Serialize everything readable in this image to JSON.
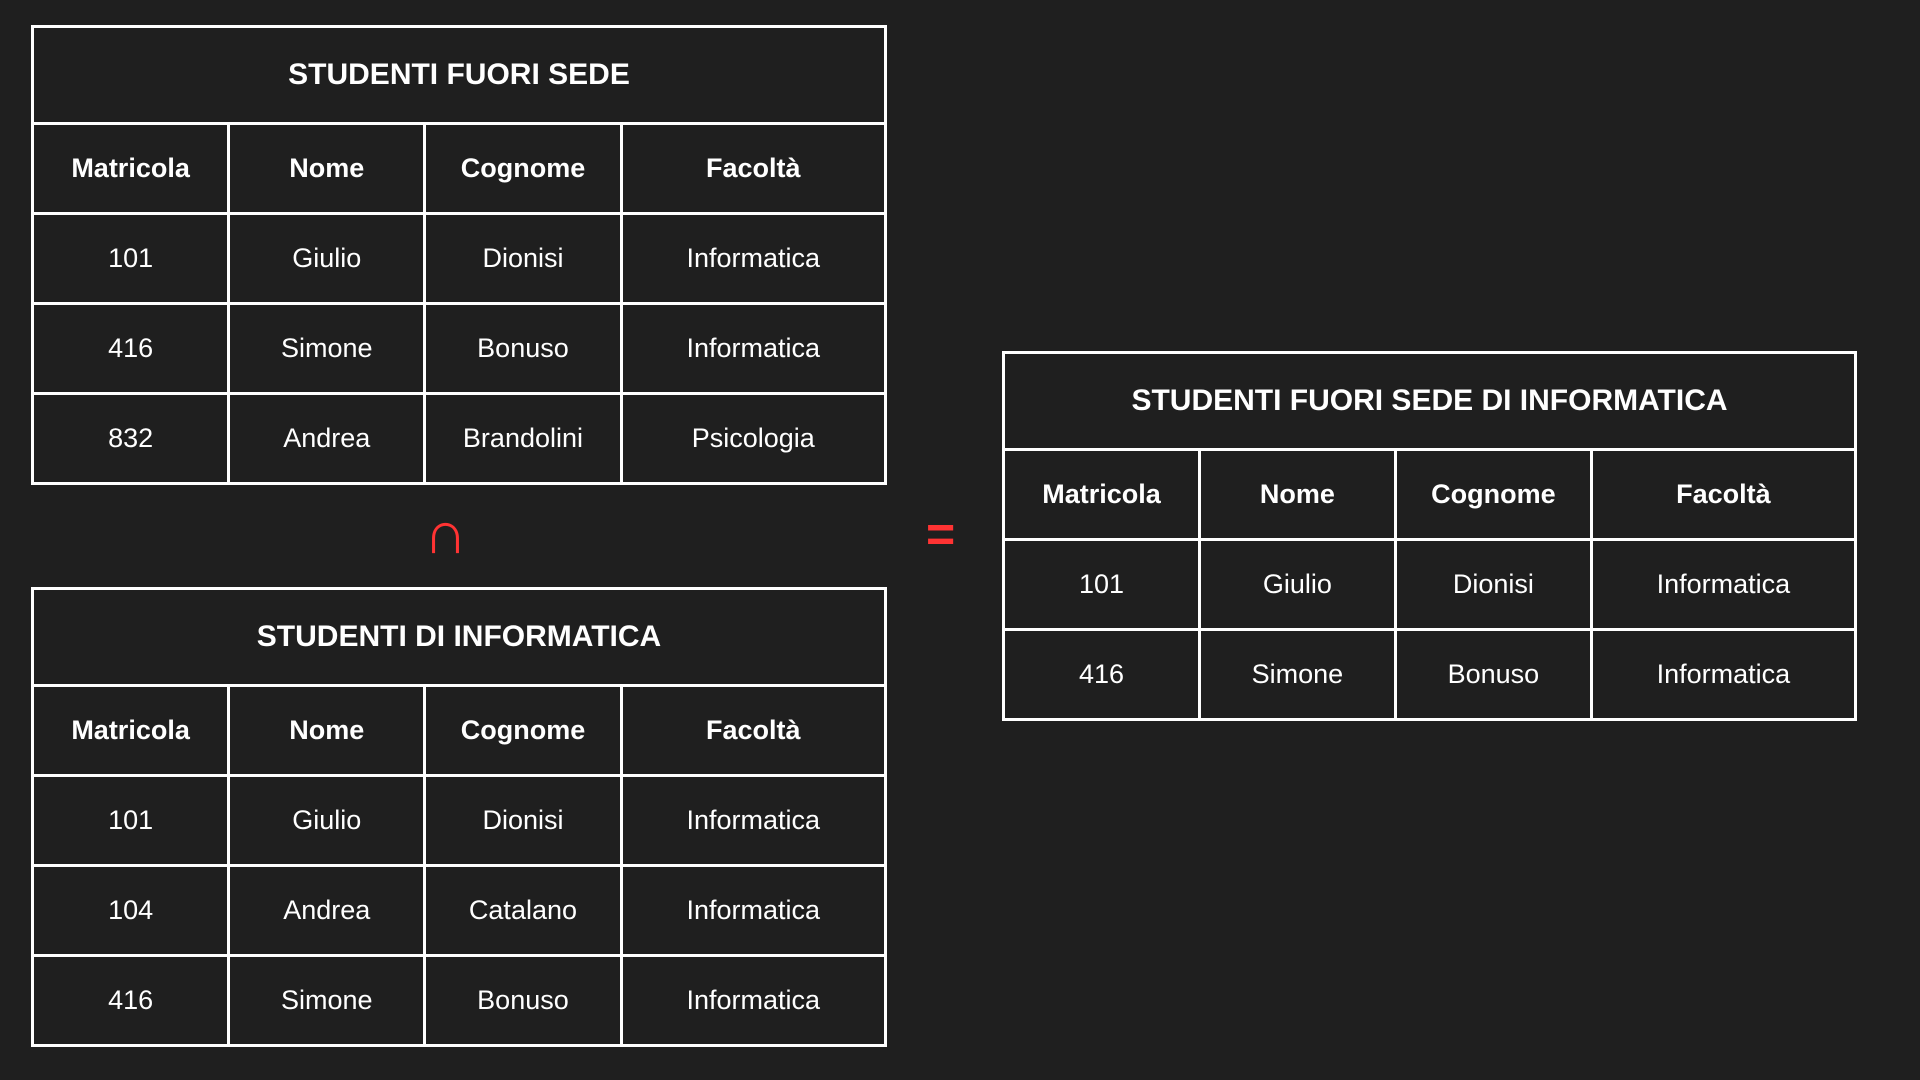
{
  "columns": [
    "Matricola",
    "Nome",
    "Cognome",
    "Facoltà"
  ],
  "tables": [
    {
      "id": "t1",
      "name": "studenti-fuori-sede-table",
      "title": "STUDENTI FUORI SEDE",
      "rows": [
        [
          "101",
          "Giulio",
          "Dionisi",
          "Informatica"
        ],
        [
          "416",
          "Simone",
          "Bonuso",
          "Informatica"
        ],
        [
          "832",
          "Andrea",
          "Brandolini",
          "Psicologia"
        ]
      ]
    },
    {
      "id": "t2",
      "name": "studenti-di-informatica-table",
      "title": "STUDENTI DI INFORMATICA",
      "rows": [
        [
          "101",
          "Giulio",
          "Dionisi",
          "Informatica"
        ],
        [
          "104",
          "Andrea",
          "Catalano",
          "Informatica"
        ],
        [
          "416",
          "Simone",
          "Bonuso",
          "Informatica"
        ]
      ]
    },
    {
      "id": "t3",
      "name": "studenti-fuori-sede-di-informatica-table",
      "title": "STUDENTI FUORI SEDE DI INFORMATICA",
      "rows": [
        [
          "101",
          "Giulio",
          "Dionisi",
          "Informatica"
        ],
        [
          "416",
          "Simone",
          "Bonuso",
          "Informatica"
        ]
      ]
    }
  ],
  "operators": {
    "intersection": "∩",
    "equals": "="
  },
  "colors": {
    "background": "#1f1f1f",
    "operator": "#ff3333",
    "border": "#ffffff"
  }
}
